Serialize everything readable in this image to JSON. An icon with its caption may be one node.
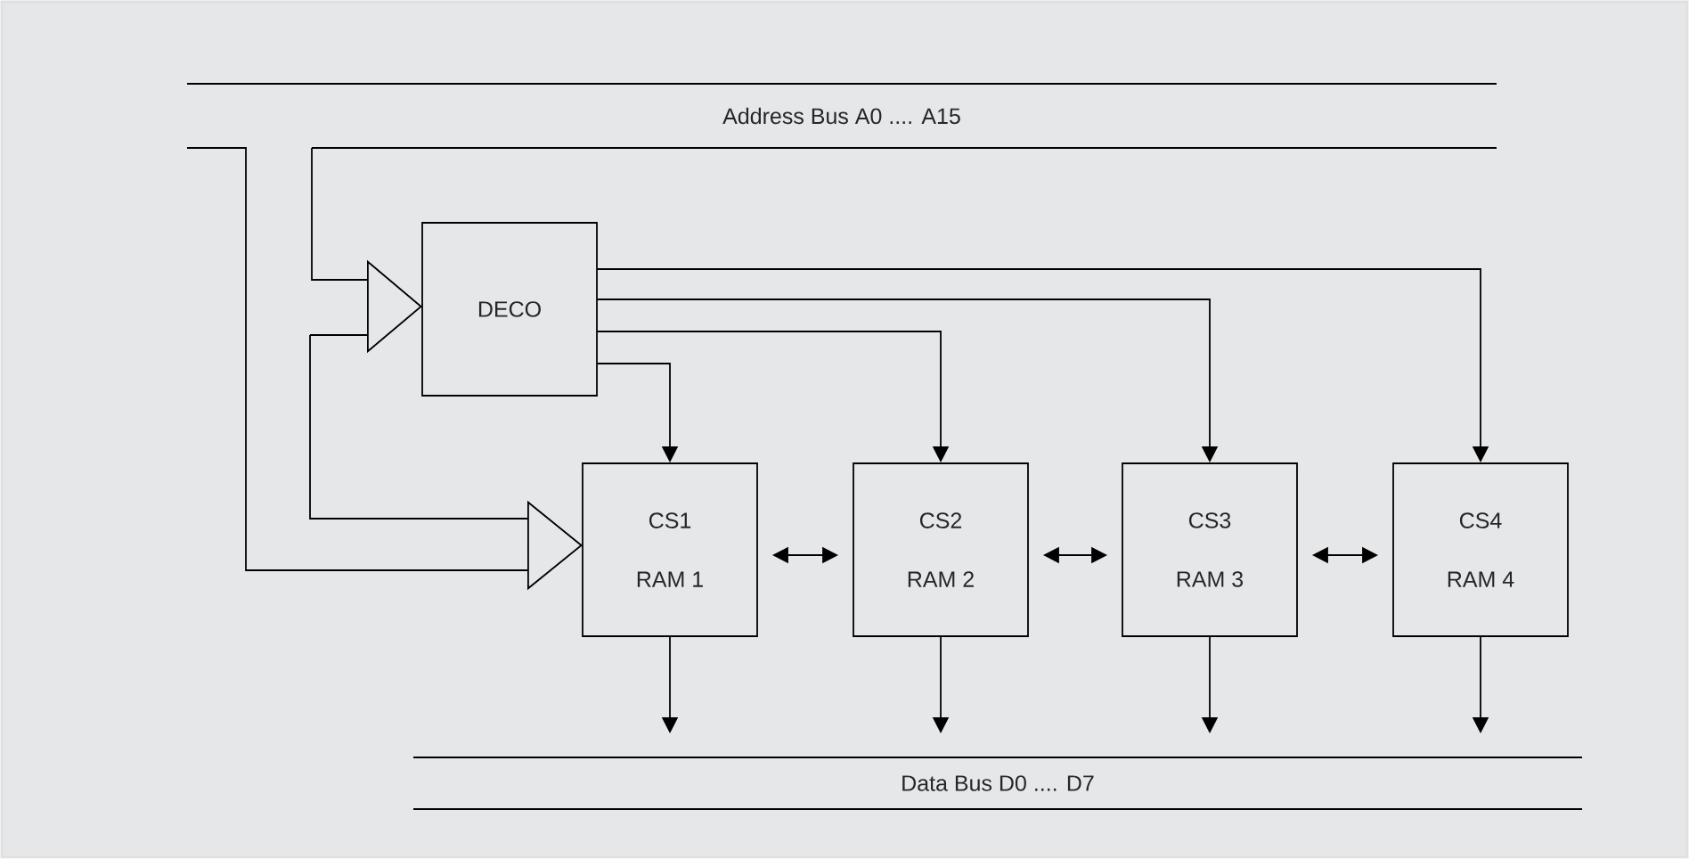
{
  "diagram": {
    "nodes": [
      {
        "text": [
          "Address Bus A0 .... A15"
        ]
      },
      {
        "text": [
          "DECO"
        ]
      },
      {
        "text": [
          "CS1",
          "RAM 1"
        ]
      },
      {
        "text": [
          "CS2",
          "RAM 2"
        ]
      },
      {
        "text": [
          "CS3",
          "RAM 3"
        ]
      },
      {
        "text": [
          "CS4",
          "RAM 4"
        ]
      },
      {
        "text": [
          "Data Bus D0 .... D7"
        ]
      }
    ],
    "edges": [
      {
        "from": 0,
        "to": 1,
        "arrow": "to"
      },
      {
        "from": 0,
        "to": 2,
        "arrow": "to"
      },
      {
        "from": 1,
        "to": 2,
        "arrow": "to"
      },
      {
        "from": 1,
        "to": 3,
        "arrow": "to"
      },
      {
        "from": 1,
        "to": 4,
        "arrow": "to"
      },
      {
        "from": 1,
        "to": 5,
        "arrow": "to"
      },
      {
        "from": 2,
        "to": 3,
        "arrow": "both"
      },
      {
        "from": 3,
        "to": 4,
        "arrow": "both"
      },
      {
        "from": 4,
        "to": 5,
        "arrow": "both"
      },
      {
        "from": 2,
        "to": 6,
        "arrow": "to"
      },
      {
        "from": 3,
        "to": 6,
        "arrow": "to"
      },
      {
        "from": 4,
        "to": 6,
        "arrow": "to"
      },
      {
        "from": 5,
        "to": 6,
        "arrow": "to"
      }
    ]
  }
}
